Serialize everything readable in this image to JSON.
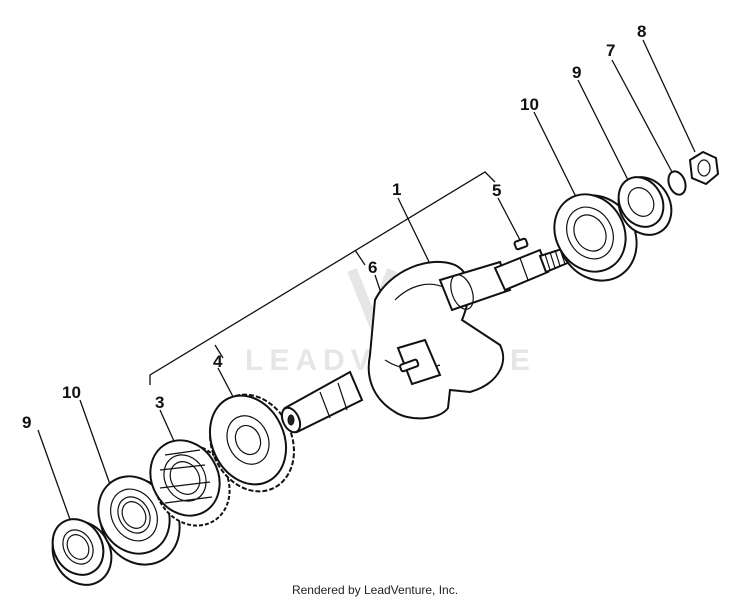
{
  "watermark": {
    "text": "LEADVENTURE"
  },
  "footer": {
    "text": "Rendered by LeadVenture, Inc."
  },
  "callouts": {
    "c1": "1",
    "c3": "3",
    "c4": "4",
    "c5": "5",
    "c6": "6",
    "c7": "7",
    "c8": "8",
    "c9_right": "9",
    "c9_left": "9",
    "c10_right": "10",
    "c10_left": "10"
  }
}
